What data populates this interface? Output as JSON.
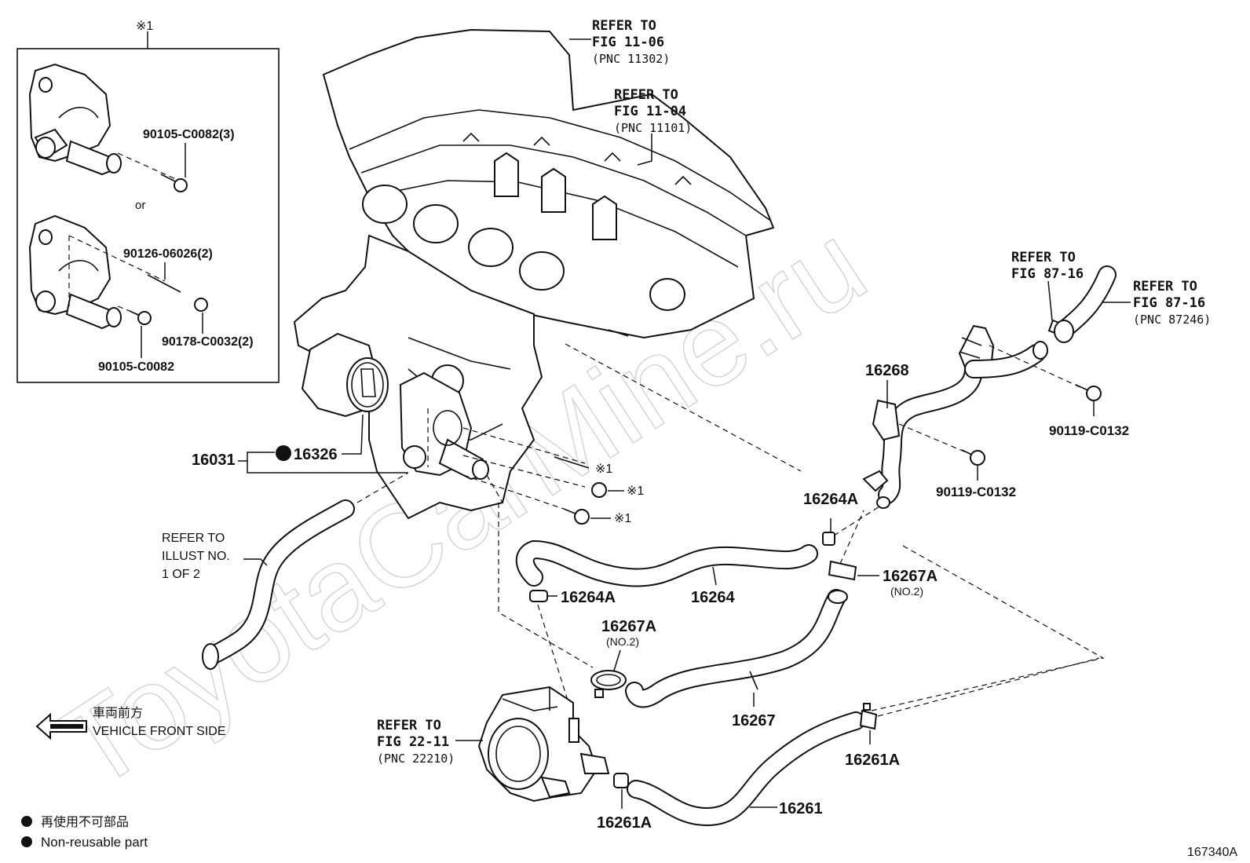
{
  "watermark": "ToyotaCarMine.ru",
  "figure_code": "167340A",
  "legend": {
    "jp": "再使用不可部品",
    "en": "Non-reusable part"
  },
  "direction": {
    "jp": "車両前方",
    "en": "VEHICLE FRONT SIDE"
  },
  "inset": {
    "title": "※1",
    "or_label": "or",
    "parts": [
      "90105-C0082(3)",
      "90126-06026(2)",
      "90178-C0032(2)",
      "90105-C0082"
    ]
  },
  "refs": {
    "r1": [
      "REFER TO",
      "FIG 11-06",
      "(PNC 11302)"
    ],
    "r2": [
      "REFER TO",
      "FIG 11-04",
      "(PNC 11101)"
    ],
    "r3": [
      "REFER TO",
      "FIG 87-16"
    ],
    "r4": [
      "REFER TO",
      "FIG 87-16",
      "(PNC 87246)"
    ],
    "r5": [
      "REFER TO",
      "ILLUST NO.",
      "1 OF 2"
    ],
    "r6": [
      "REFER TO",
      "FIG 22-11",
      "(PNC 22210)"
    ]
  },
  "parts": {
    "p16268": "16268",
    "p16031": "16031",
    "p16326": "16326",
    "p90119a": "90119-C0132",
    "p90119b": "90119-C0132",
    "p16264A_1": "16264A",
    "p16264A_2": "16264A",
    "p16264": "16264",
    "p16267A_1": "16267A",
    "p16267A_1_sub": "(NO.2)",
    "p16267A_2": "16267A",
    "p16267A_2_sub": "(NO.2)",
    "p16267": "16267",
    "p16261A_1": "16261A",
    "p16261A_2": "16261A",
    "p16261": "16261"
  },
  "marks": {
    "m1": "※1",
    "m2": "※1",
    "m3": "※1"
  }
}
